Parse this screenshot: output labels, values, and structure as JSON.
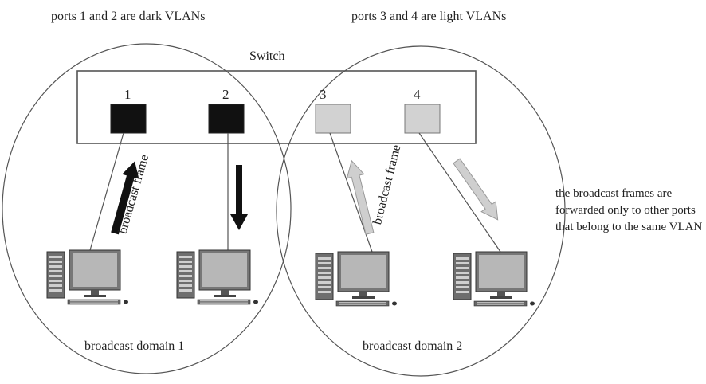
{
  "diagram": {
    "top_left_caption": "ports 1 and 2 are dark VLANs",
    "top_right_caption": "ports 3 and 4 are light VLANs",
    "switch_label": "Switch",
    "ports": [
      {
        "label": "1",
        "vlan": "dark",
        "color": "#111111"
      },
      {
        "label": "2",
        "vlan": "dark",
        "color": "#111111"
      },
      {
        "label": "3",
        "vlan": "light",
        "color": "#d2d2d2"
      },
      {
        "label": "4",
        "vlan": "light",
        "color": "#d2d2d2"
      }
    ],
    "frame_label_left": "broadcast frame",
    "frame_label_right": "broadcast frame",
    "domain_1_label": "broadcast domain 1",
    "domain_2_label": "broadcast domain 2",
    "note": "the broadcast frames are forwarded only to other ports that belong to the same VLAN",
    "colors": {
      "dark_vlan": "#111111",
      "light_vlan": "#d2d2d2",
      "outline": "#555555"
    }
  }
}
